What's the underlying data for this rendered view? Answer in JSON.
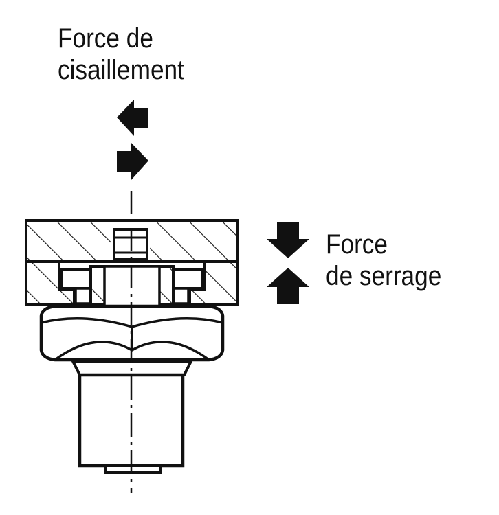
{
  "labels": {
    "shear_force": {
      "line1": "Force de",
      "line2": "cisaillement"
    },
    "clamping_force": {
      "line1": "Force",
      "line2": "de serrage"
    }
  },
  "colors": {
    "ink": "#111111",
    "background": "#ffffff"
  },
  "icons": {
    "shear_arrows": [
      "arrow-left-icon",
      "arrow-right-icon"
    ],
    "clamp_arrows": [
      "arrow-down-icon",
      "arrow-up-icon"
    ]
  }
}
